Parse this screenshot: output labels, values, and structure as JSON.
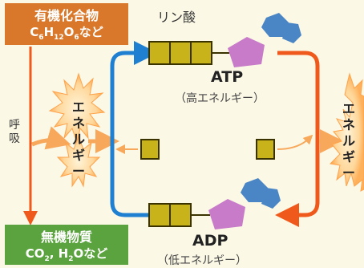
{
  "organic_box": {
    "title": "有機化合物",
    "formula_main": "C",
    "formula_sub1": "6",
    "formula_h": "H",
    "formula_sub2": "12",
    "formula_o": "O",
    "formula_sub3": "6",
    "formula_tail": "など"
  },
  "inorganic_box": {
    "title": "無機物質",
    "formula": "CO",
    "formula_sub": "2",
    "formula_mid": ", H",
    "formula_sub2": "2",
    "formula_tail": "Oなど"
  },
  "respiration_label": "呼吸",
  "energy_left": "エネルギー",
  "energy_right": "エネルギー",
  "phosphate_label": "リン酸",
  "atp": {
    "name": "ATP",
    "subtitle": "（高エネルギー）"
  },
  "adp": {
    "name": "ADP",
    "subtitle": "（低エネルギー）"
  },
  "colors": {
    "organic_box": "#d9782a",
    "inorganic_box": "#5aa33e",
    "phosphate": "#c9b31a",
    "ribose": "#c77bc8",
    "adenine": "#4a86c5",
    "orange_arrow": "#ef5a1c",
    "blue_arrow": "#1f7fd1",
    "energy_burst": "#ffb05a"
  }
}
